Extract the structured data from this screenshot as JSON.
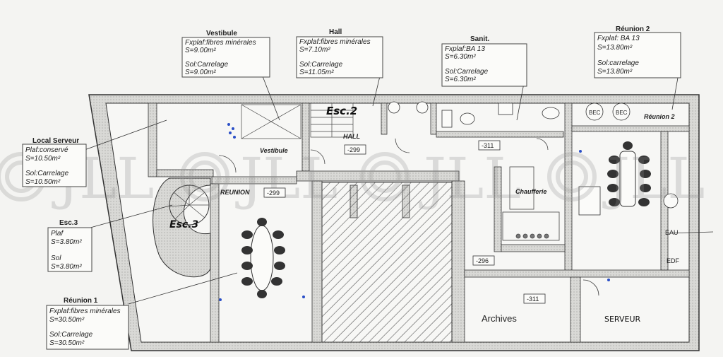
{
  "watermark": "JLL",
  "callouts": {
    "vestibule": {
      "title": "Vestibule",
      "lines": [
        "Fxplaf:fibres minérales",
        "S=9.00m²",
        "Sol:Carrelage",
        "S=9.00m²"
      ]
    },
    "hall": {
      "title": "Hall",
      "lines": [
        "Fxplaf:fibres minérales",
        "S=7.10m²",
        "Sol:Carrelage",
        "S=11.05m²"
      ]
    },
    "sanit": {
      "title": "Sanit.",
      "lines": [
        "Fxplaf:BA 13",
        "S=6.30m²",
        "Sol:Carrelage",
        "S=6.30m²"
      ]
    },
    "reunion2": {
      "title": "Réunion 2",
      "lines": [
        "Fxplaf: BA 13",
        "S=13.80m²",
        "Sol:carrelage",
        "S=13.80m²"
      ]
    },
    "local_serveur": {
      "title": "Local Serveur",
      "lines": [
        "Plaf:conservé",
        "S=10.50m²",
        "Sol:Carrelage",
        "S=10.50m²"
      ]
    },
    "esc3": {
      "title": "Esc.3",
      "lines": [
        "Plaf",
        "S=3.80m²",
        "Sol",
        "S=3.80m²"
      ]
    },
    "reunion1": {
      "title": "Réunion 1",
      "lines": [
        "Fxplaf:fibres minérales",
        "S=30.50m²",
        "Sol:Carrelage",
        "S=30.50m²"
      ]
    }
  },
  "rooms": {
    "esc2": "Esc.2",
    "hall": "HALL",
    "vestibule": "Vestibule",
    "reunion": "REUNION",
    "esc3": "Esc.3",
    "chaufferie": "Chaufferie",
    "reunion2": "Réunion 2",
    "archives": "Archives",
    "serveur": "SERVEUR",
    "bec1": "BEC",
    "bec2": "BEC",
    "eau": "EAU",
    "edf": "EDF"
  },
  "levels": {
    "l1": "-299",
    "l2": "-299",
    "l3": "-311",
    "l4": "-296",
    "l5": "-311"
  }
}
